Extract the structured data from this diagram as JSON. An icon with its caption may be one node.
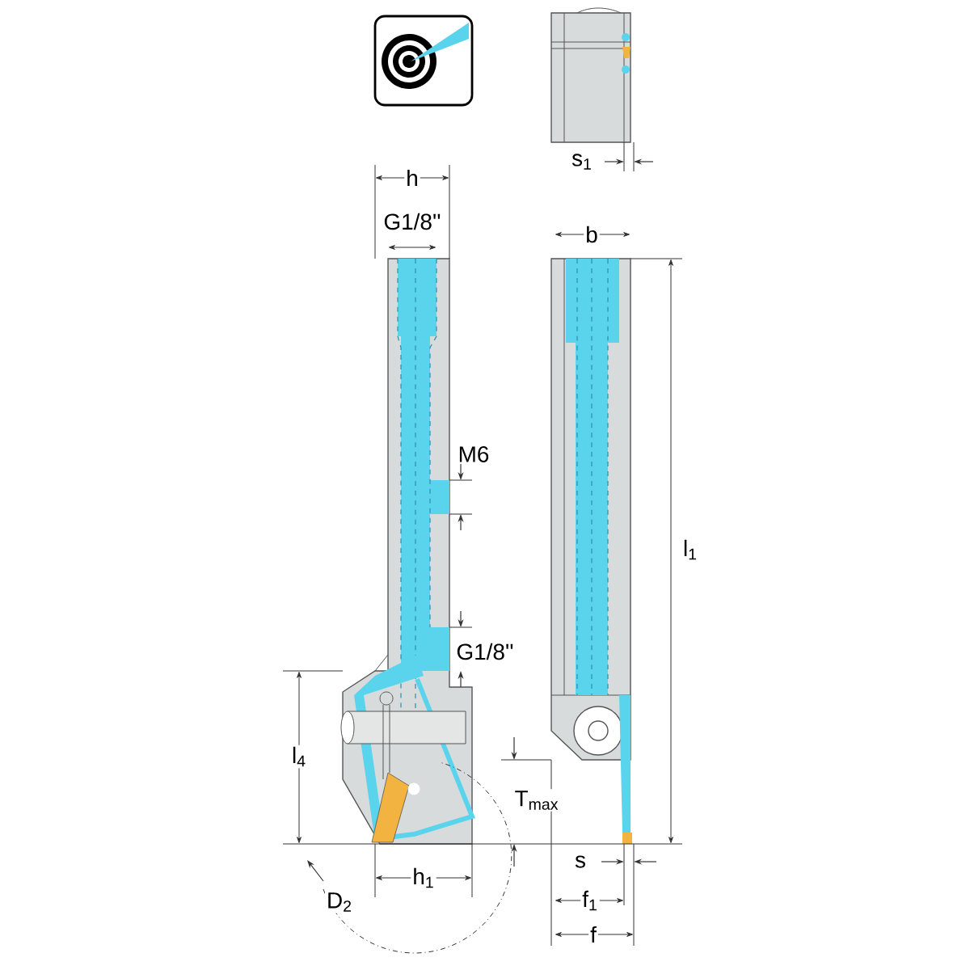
{
  "diagram": {
    "labels": [
      "s$_{1}$",
      "h",
      "b",
      "G1/8''",
      "M6",
      "l$_{1}$",
      "G1/8''",
      "l$_{4}$",
      "T$_{max}$",
      "s",
      "h$_{1}$",
      "f$_{1}$",
      "D$_{2}$",
      "f"
    ]
  }
}
